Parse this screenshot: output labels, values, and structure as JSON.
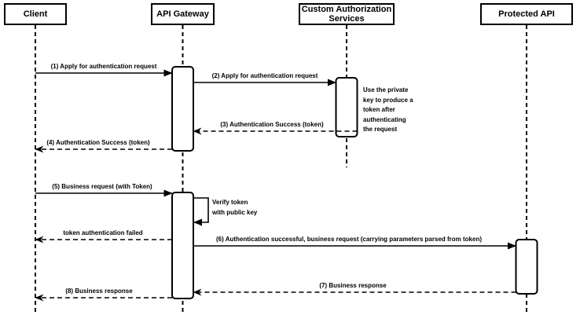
{
  "diagram": {
    "type": "sequence-diagram",
    "background": "#ffffff",
    "line_color": "#000000",
    "text_color": "#000000"
  },
  "participants": [
    {
      "id": "client",
      "label": "Client"
    },
    {
      "id": "api-gateway",
      "label": "API Gateway"
    },
    {
      "id": "custom-auth-services",
      "label": "Custom Authorization Services"
    },
    {
      "id": "protected-api",
      "label": "Protected API"
    }
  ],
  "messages": [
    {
      "label": "(1) Apply for authentication request",
      "from": "client",
      "to": "api-gateway",
      "style": "solid"
    },
    {
      "label": "(2) Apply for authentication request",
      "from": "api-gateway",
      "to": "custom-auth-services",
      "style": "solid"
    },
    {
      "label": "(3) Authentication Success (token)",
      "from": "custom-auth-services",
      "to": "api-gateway",
      "style": "dashed"
    },
    {
      "label": "(4) Authentication Success (token)",
      "from": "api-gateway",
      "to": "client",
      "style": "dashed"
    },
    {
      "label": "(5) Business request (with Token)",
      "from": "client",
      "to": "api-gateway",
      "style": "solid"
    },
    {
      "label": "Verify token\nwith public key",
      "from": "api-gateway",
      "to": "api-gateway",
      "style": "self"
    },
    {
      "label": "token authentication failed",
      "from": "api-gateway",
      "to": "client",
      "style": "dashed"
    },
    {
      "label": "(6) Authentication successful, business request (carrying parameters parsed from token)",
      "from": "api-gateway",
      "to": "protected-api",
      "style": "solid"
    },
    {
      "label": "(7) Business response",
      "from": "protected-api",
      "to": "api-gateway",
      "style": "dashed"
    },
    {
      "label": "(8) Business response",
      "from": "api-gateway",
      "to": "client",
      "style": "dashed"
    }
  ],
  "notes": [
    {
      "attached_to": "custom-auth-services",
      "text": "Use the private\nkey to produce a\ntoken after\nauthenticating\nthe request"
    }
  ]
}
